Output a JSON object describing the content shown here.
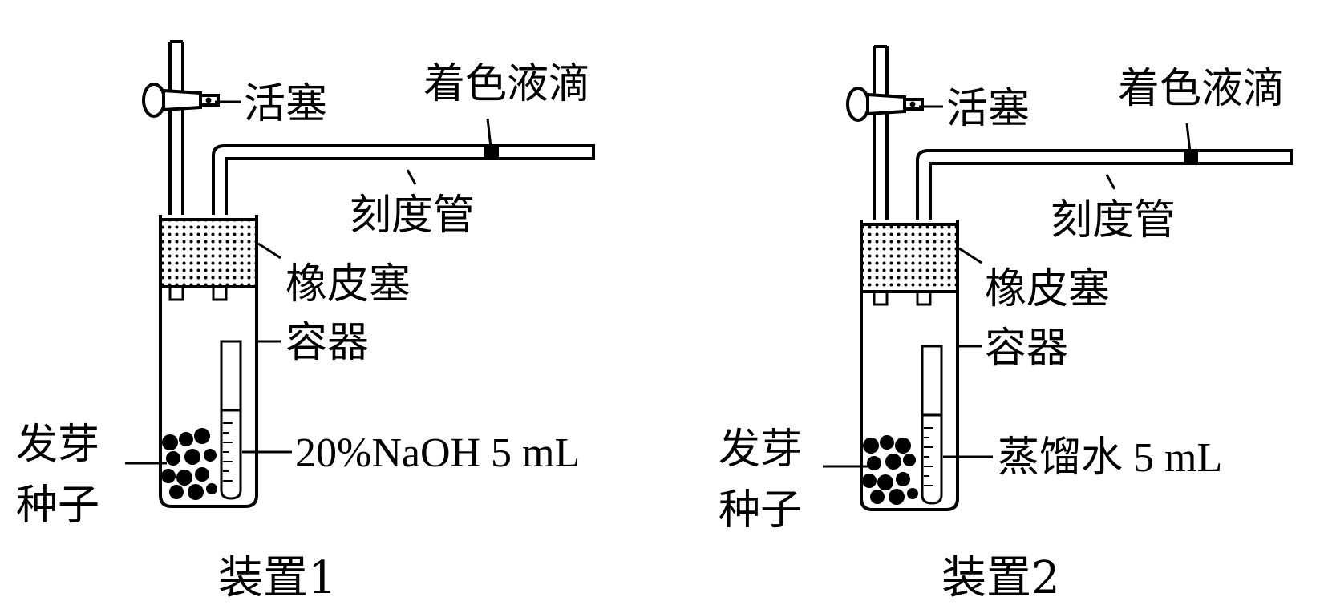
{
  "apparatus": [
    {
      "caption": "装置1",
      "labels": {
        "stopcock": "活塞",
        "colored_drop": "着色液滴",
        "graduated_tube": "刻度管",
        "rubber_stopper": "橡皮塞",
        "container": "容器",
        "seeds_line1": "发芽",
        "seeds_line2": "种子",
        "small_tube_contents": "20%NaOH 5 mL"
      }
    },
    {
      "caption": "装置2",
      "labels": {
        "stopcock": "活塞",
        "colored_drop": "着色液滴",
        "graduated_tube": "刻度管",
        "rubber_stopper": "橡皮塞",
        "container": "容器",
        "seeds_line1": "发芽",
        "seeds_line2": "种子",
        "small_tube_contents": "蒸馏水 5 mL"
      }
    }
  ]
}
